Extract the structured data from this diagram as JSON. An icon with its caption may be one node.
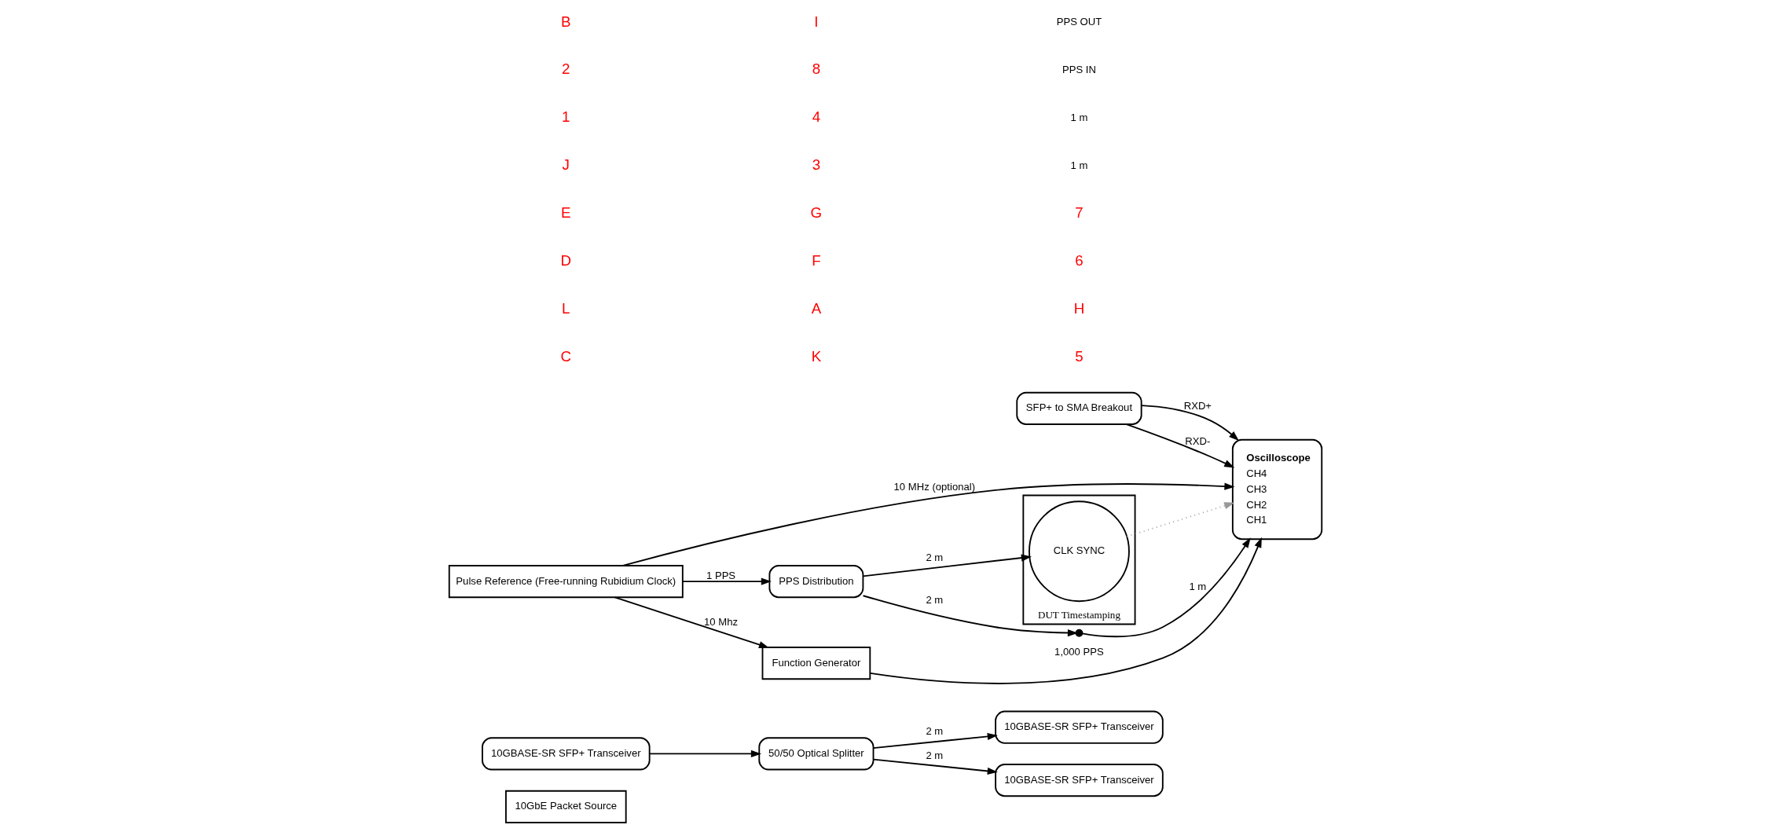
{
  "diagram": {
    "nodes": [
      {
        "text": [
          "10GbE Packet Source"
        ]
      },
      {
        "text": [
          "10GBASE-SR SFP+ Transceiver"
        ]
      },
      {
        "text": [
          "50/50 Optical Splitter"
        ]
      },
      {
        "text": [
          "SFP+ to SMA Breakout"
        ]
      },
      {
        "text": [
          "10GBASE-SR SFP+ Transceiver"
        ]
      },
      {
        "text": [
          "Oscilloscope",
          "CH4",
          "CH3",
          "CH2",
          "CH1"
        ]
      },
      {
        "text": [
          "DUT Timestamping"
        ]
      },
      {
        "text": [
          "10GBASE-SR SFP+ Transceiver"
        ]
      },
      {
        "text": [
          "CLK SYNC"
        ],
        "in": 6
      },
      {
        "text": [
          "Pulse Reference (Free-running Rubidium Clock)"
        ]
      },
      {
        "text": [
          "PPS Distribution"
        ]
      },
      {
        "text": [],
        "shape": "point"
      },
      {
        "text": [
          "Function Generator"
        ]
      }
    ],
    "edges": [
      {
        "from": 1,
        "to": 2,
        "arrow": "to"
      },
      {
        "from": 2,
        "to": 4,
        "arrow": "to",
        "label": "2 m"
      },
      {
        "from": 2,
        "to": 7,
        "arrow": "to",
        "label": "2 m"
      },
      {
        "from": 3,
        "to": 5,
        "arrow": "to",
        "label": "RXD+"
      },
      {
        "from": 3,
        "to": 5,
        "arrow": "to",
        "label": "RXD-"
      },
      {
        "from": 9,
        "to": 10,
        "arrow": "to",
        "label": "1 PPS"
      },
      {
        "from": 10,
        "to": 8,
        "arrow": "to",
        "label": "2 m"
      },
      {
        "from": 8,
        "to": 5,
        "arrow": "to",
        "style": "dashed",
        "color": "#999999"
      },
      {
        "from": 10,
        "to": 11,
        "arrow": "to",
        "label": "2 m"
      },
      {
        "from": 11,
        "to": 5,
        "arrow": "to",
        "label": "1 m"
      },
      {
        "from": 9,
        "to": 12,
        "arrow": "to",
        "label": "10 Mhz"
      },
      {
        "from": 12,
        "to": 5,
        "arrow": "to",
        "label": "1,000 PPS"
      },
      {
        "from": 9,
        "to": 5,
        "arrow": "to",
        "label": "10 MHz (optional)"
      }
    ],
    "labels": [
      "C",
      "L",
      "D",
      "E",
      "J",
      "1",
      "2",
      "B",
      "K",
      "A",
      "F",
      "G",
      "3",
      "4",
      "8",
      "I",
      "5",
      "H",
      "6",
      "7",
      "1 m",
      "1 m",
      "PPS IN",
      "PPS OUT"
    ]
  }
}
